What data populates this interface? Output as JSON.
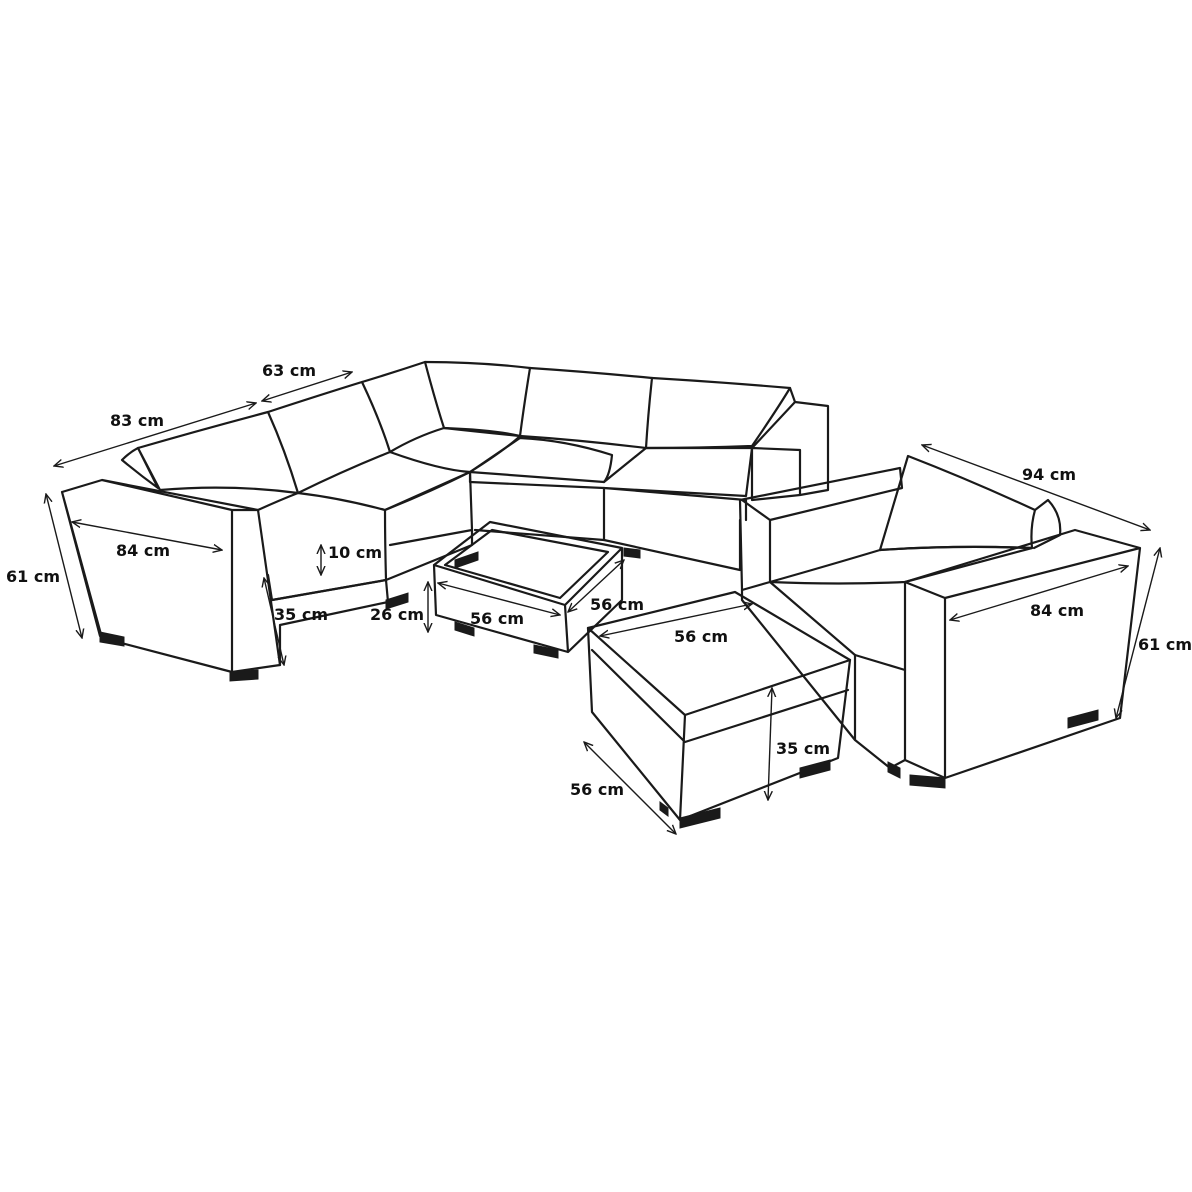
{
  "labels": {
    "sofa_arm_depth": "83 cm",
    "sofa_module_width": "63 cm",
    "sofa_height_left": "61 cm",
    "sofa_arm_inner": "84 cm",
    "seat_cushion": "10 cm",
    "seat_height": "35 cm",
    "table_height": "26 cm",
    "table_width": "56 cm",
    "table_depth": "56 cm",
    "ottoman_width": "56 cm",
    "ottoman_height": "35 cm",
    "ottoman_depth": "56 cm",
    "chair_width": "94 cm",
    "chair_arm_inner": "84 cm",
    "chair_height": "61 cm"
  },
  "colors": {
    "line": "#1a1a1a",
    "background": "#ffffff"
  }
}
